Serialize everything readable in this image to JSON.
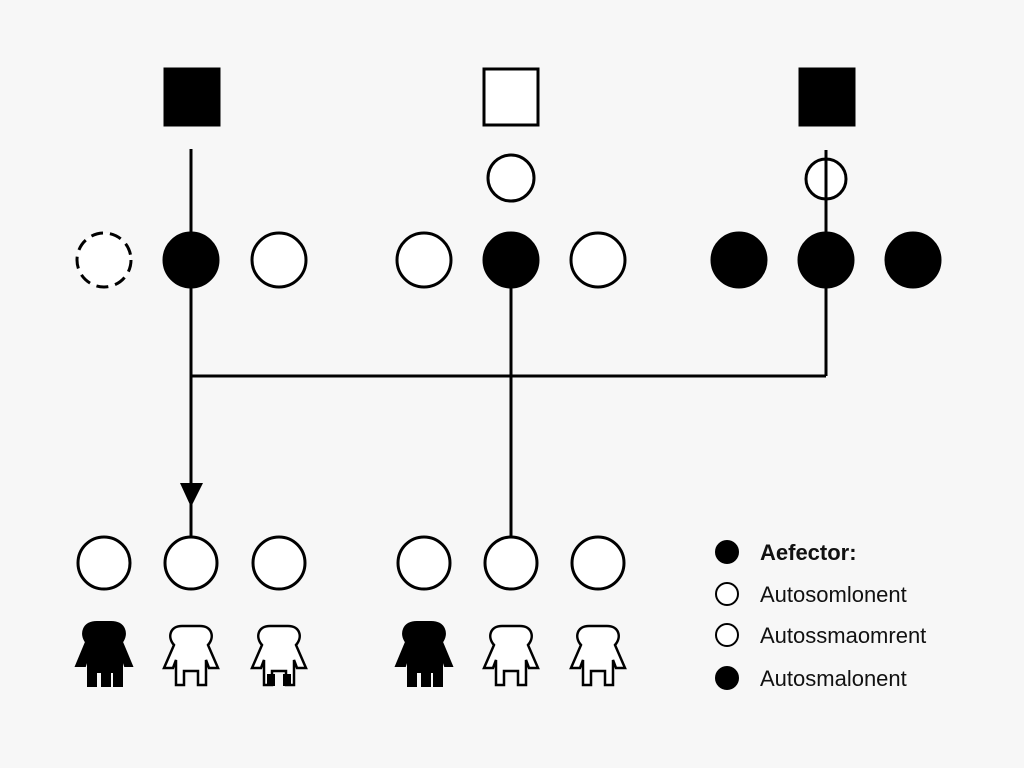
{
  "diagram": {
    "background": "#f7f7f7",
    "ink": "#000000",
    "paper": "#ffffff"
  },
  "legend": {
    "items": [
      {
        "label": "Aefector:",
        "filled": true,
        "bold": true
      },
      {
        "label": "Autosomlonent",
        "filled": false,
        "bold": false
      },
      {
        "label": "Autossmaomrent",
        "filled": false,
        "bold": false
      },
      {
        "label": "Autosmalonent",
        "filled": true,
        "bold": false
      }
    ]
  },
  "nodes": {
    "top_squares": [
      {
        "id": "square-left",
        "filled": true
      },
      {
        "id": "square-middle",
        "filled": false
      },
      {
        "id": "square-right",
        "filled": true
      }
    ],
    "small_circles": [
      {
        "id": "small-circle-middle",
        "filled": false
      },
      {
        "id": "small-circle-right",
        "filled": false
      }
    ],
    "generation_2": [
      {
        "id": "g2-1",
        "filled": false,
        "dashed": true
      },
      {
        "id": "g2-2",
        "filled": true,
        "dashed": false
      },
      {
        "id": "g2-3",
        "filled": false,
        "dashed": false
      },
      {
        "id": "g2-4",
        "filled": false,
        "dashed": false
      },
      {
        "id": "g2-5",
        "filled": true,
        "dashed": false
      },
      {
        "id": "g2-6",
        "filled": false,
        "dashed": false
      },
      {
        "id": "g2-7",
        "filled": true,
        "dashed": false
      },
      {
        "id": "g2-8",
        "filled": true,
        "dashed": false
      },
      {
        "id": "g2-9",
        "filled": true,
        "dashed": false
      }
    ],
    "generation_3": [
      {
        "id": "g3-1",
        "filled": false
      },
      {
        "id": "g3-2",
        "filled": false
      },
      {
        "id": "g3-3",
        "filled": false
      },
      {
        "id": "g3-4",
        "filled": false
      },
      {
        "id": "g3-5",
        "filled": false
      },
      {
        "id": "g3-6",
        "filled": false
      }
    ],
    "figures": [
      {
        "id": "figure-1",
        "filled": true
      },
      {
        "id": "figure-2",
        "filled": false
      },
      {
        "id": "figure-3",
        "filled": false
      },
      {
        "id": "figure-4",
        "filled": true
      },
      {
        "id": "figure-5",
        "filled": false
      },
      {
        "id": "figure-6",
        "filled": false
      }
    ]
  }
}
